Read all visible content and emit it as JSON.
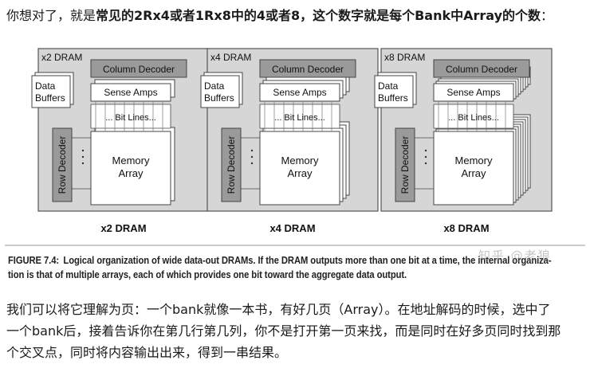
{
  "intro": {
    "plain_before": "你想对了，就是",
    "bold": "常见的2Rx4或者1Rx8中的4或者8，这个数字就是每个Bank中Array的个数",
    "plain_after": "："
  },
  "figure": {
    "panels": [
      {
        "corner_label": "x2 DRAM",
        "caption": "x2 DRAM",
        "column_decoder": "Column Decoder",
        "sense_amps": "Sense Amps",
        "bit_lines": "... Bit Lines...",
        "data_buffers_line1": "Data",
        "data_buffers_line2": "Buffers",
        "row_decoder": "Row Decoder",
        "memory_line1": "Memory",
        "memory_line2": "Array",
        "layers": 2
      },
      {
        "corner_label": "x4 DRAM",
        "caption": "x4 DRAM",
        "column_decoder": "Column Decoder",
        "sense_amps": "Sense Amps",
        "bit_lines": "... Bit Lines...",
        "data_buffers_line1": "Data",
        "data_buffers_line2": "Buffers",
        "row_decoder": "Row Decoder",
        "memory_line1": "Memory",
        "memory_line2": "Array",
        "layers": 4
      },
      {
        "corner_label": "x8 DRAM",
        "caption": "x8 DRAM",
        "column_decoder": "Column Decoder",
        "sense_amps": "Sense Amps",
        "bit_lines": "... Bit Lines...",
        "data_buffers_line1": "Data",
        "data_buffers_line2": "Buffers",
        "row_decoder": "Row Decoder",
        "memory_line1": "Memory",
        "memory_line2": "Array",
        "layers": 8
      }
    ],
    "caption": {
      "label": "FIGURE 7.4:",
      "line1": "Logical organization of wide data-out DRAMs. If the DRAM outputs more than one bit at a time, the internal organiza-",
      "line2": "tion is that of multiple arrays, each of which provides one bit toward the aggregate data output."
    },
    "watermark": "知乎 @老狼"
  },
  "body": {
    "line1": "我们可以将它理解为页：一个bank就像一本书，有好几页（Array）。在地址解码的时候，选中了",
    "line2": "一个bank后，接着告诉你在第几行第几列，你不是打开第一页来找，而是同时在好多页同时找到那",
    "line3": "个交叉点，同时将内容输出出来，得到一串结果。"
  },
  "colors": {
    "panel_bg": "#d6d6d6",
    "panel_border": "#555555",
    "column_decoder_fill": "#9a9a9a",
    "row_decoder_fill": "#9a9a9a",
    "line": "#444444"
  }
}
